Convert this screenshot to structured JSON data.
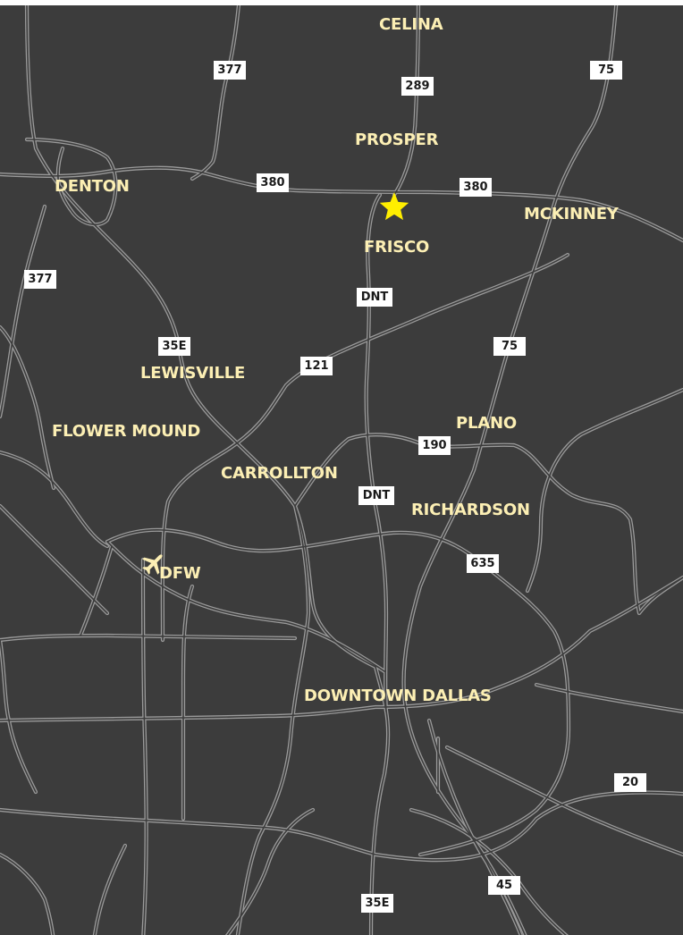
{
  "cities": {
    "celina": "CELINA",
    "prosper": "PROSPER",
    "denton": "DENTON",
    "frisco": "FRISCO",
    "mckinney": "MCKINNEY",
    "lewisville": "LEWISVILLE",
    "flower_mound": "FLOWER MOUND",
    "plano": "PLANO",
    "carrollton": "CARROLLTON",
    "richardson": "RICHARDSON",
    "dfw": "DFW",
    "downtown_dallas": "DOWNTOWN DALLAS"
  },
  "shields": {
    "us377_north": "377",
    "sh289": "289",
    "us75_north": "75",
    "us380_west": "380",
    "us380_east": "380",
    "us377_west": "377",
    "dnt_north": "DNT",
    "i35e_north": "35E",
    "us75_mid": "75",
    "sh121": "121",
    "sh190": "190",
    "dnt_south": "DNT",
    "i635": "635",
    "i20": "20",
    "i45": "45",
    "i35e_south": "35E"
  },
  "icons": {
    "star": "star-icon",
    "airport": "airplane-icon"
  },
  "colors": {
    "background": "#3c3c3c",
    "road": "#9a9a9a",
    "city_label": "#fcefb4",
    "star": "#ffee00",
    "shield_bg": "#ffffff"
  }
}
